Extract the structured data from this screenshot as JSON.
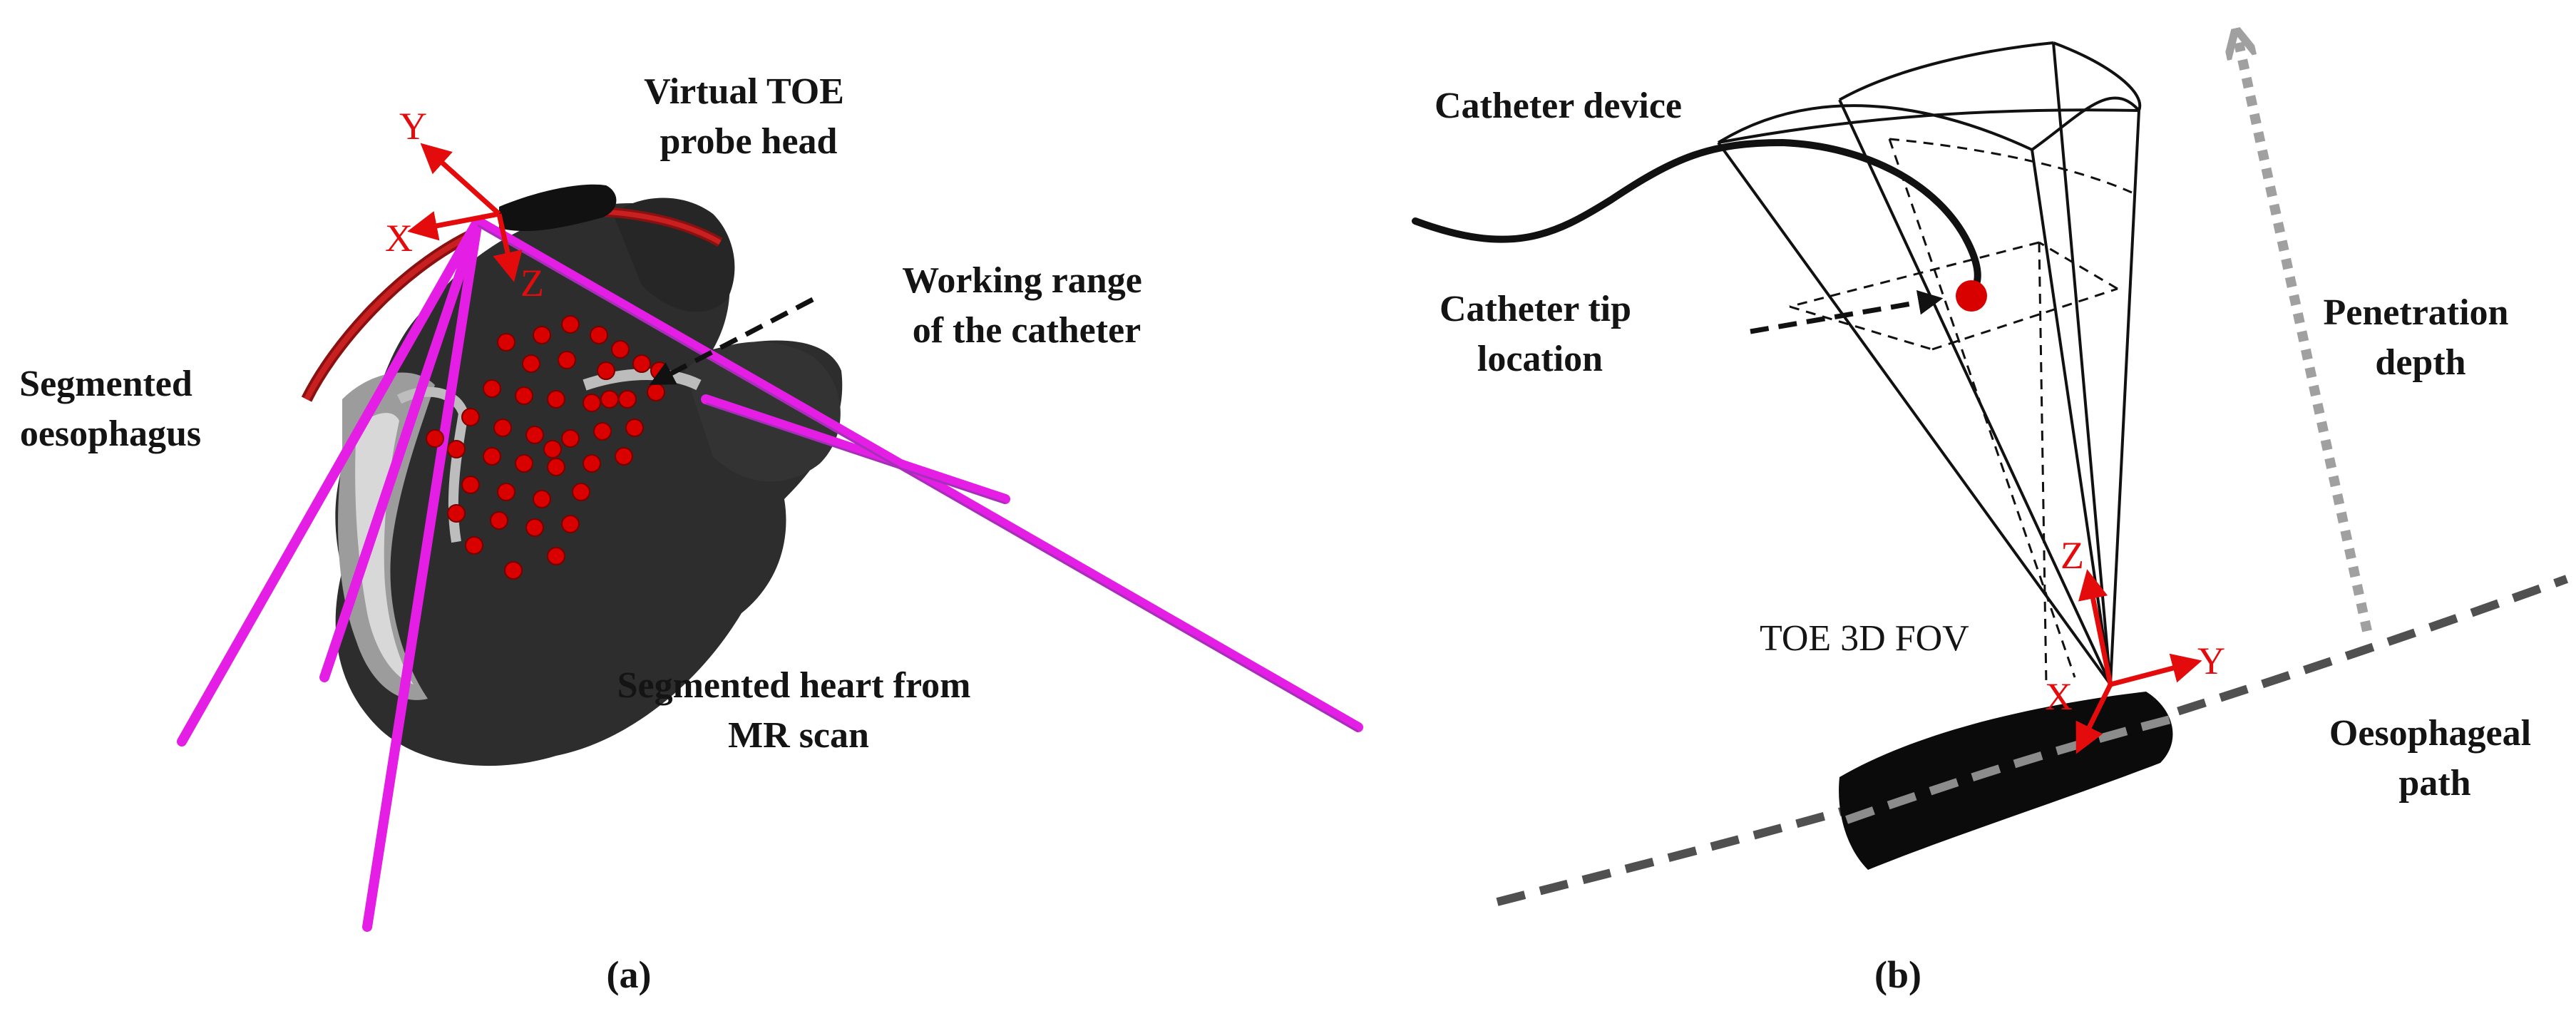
{
  "panel_a": {
    "probe_head_label": [
      "Virtual TOE",
      "probe head"
    ],
    "working_range_label": [
      "Working range",
      "of the catheter"
    ],
    "oesophagus_label": [
      "Segmented",
      "oesophagus"
    ],
    "heart_label": [
      "Segmented heart from",
      "MR scan"
    ],
    "axes": {
      "x": "X",
      "y": "Y",
      "z": "Z"
    },
    "caption": "(a)"
  },
  "panel_b": {
    "catheter_device_label": "Catheter device",
    "catheter_tip_label": [
      "Catheter tip",
      "location"
    ],
    "penetration_label": [
      "Penetration",
      "depth"
    ],
    "fov_label": "TOE 3D FOV",
    "oesophageal_path_label": [
      "Oesophageal",
      "path"
    ],
    "axes": {
      "x": "X",
      "y": "Y",
      "z": "Z"
    },
    "caption": "(b)"
  },
  "colors": {
    "axis_red": "#e30b0b",
    "beam_magenta": "#e41ee4",
    "catheter_dot": "#d90000",
    "heart_dark": "#2b2b2b",
    "dashed_gray": "#555555"
  }
}
